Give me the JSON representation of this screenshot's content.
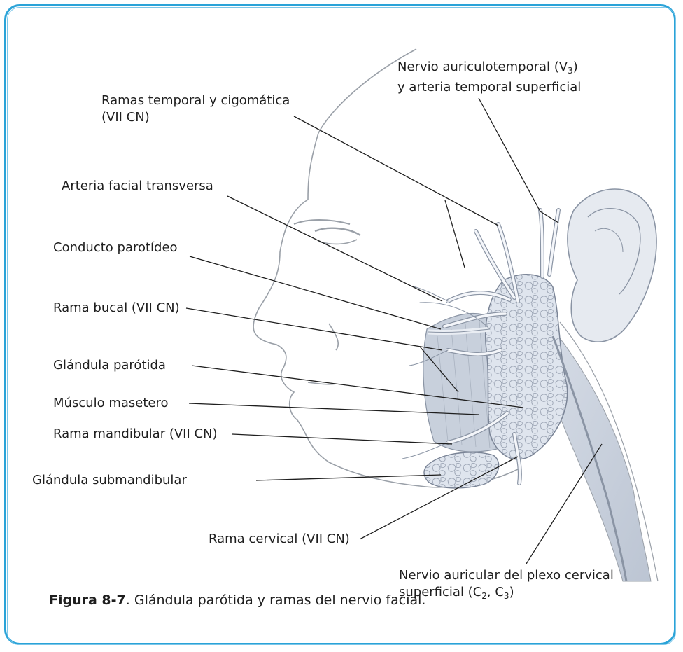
{
  "labels": {
    "temporal_zygomatic_1": "Ramas temporal y cigomática",
    "temporal_zygomatic_2": "(VII CN)",
    "auriculotemporal_1_pre": "Nervio auriculotemporal (V",
    "auriculotemporal_1_sub": "3",
    "auriculotemporal_1_post": ")",
    "auriculotemporal_2": "y arteria temporal superficial",
    "transverse_facial_artery": "Arteria facial transversa",
    "parotid_duct": "Conducto parotídeo",
    "buccal_branch": "Rama bucal (VII CN)",
    "parotid_gland": "Glándula parótida",
    "masseter": "Músculo masetero",
    "mandibular_branch": "Rama mandibular (VII CN)",
    "submandibular_gland": "Glándula submandibular",
    "cervical_branch": "Rama cervical (VII CN)",
    "great_auricular_1": "Nervio auricular del plexo cervical",
    "great_auricular_2_pre": "superficial (C",
    "great_auricular_2_sub1": "2",
    "great_auricular_2_mid": ", C",
    "great_auricular_2_sub2": "3",
    "great_auricular_2_post": ")"
  },
  "caption": {
    "figure_number": "Figura 8-7",
    "text": ". Glándula parótida y ramas del nervio facial."
  },
  "colors": {
    "frame": "#2aa3d8",
    "skin_outline": "#9aa0a8",
    "muscle": "#c8d0dc",
    "gland": "#dfe5ee",
    "gland_outline": "#8a94a4",
    "nerve": "#f4f6fa",
    "leader_line": "#1e1e1e"
  }
}
